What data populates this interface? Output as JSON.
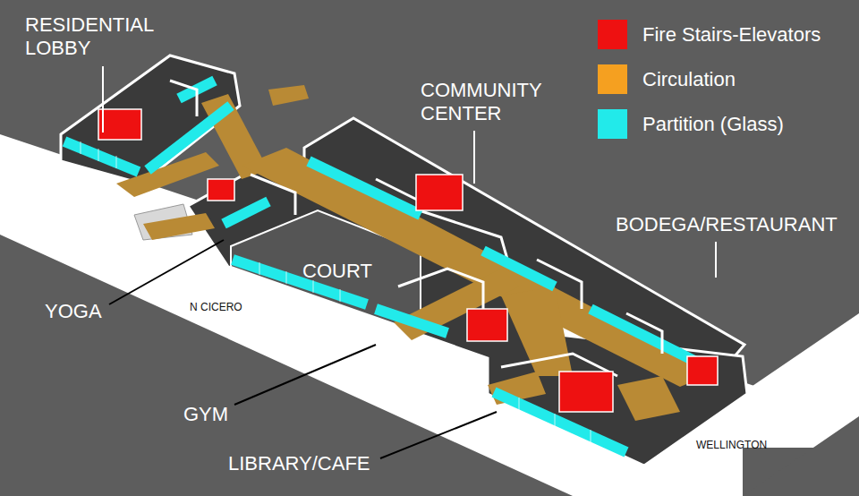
{
  "diagram": {
    "labels": [
      "RESIDENTIAL LOBBY",
      "COMMUNITY CENTER",
      "BODEGA/RESTAURANT",
      "COURT",
      "YOGA",
      "N CICERO",
      "GYM",
      "LIBRARY/CAFE",
      "WELLINGTON"
    ],
    "legend": [
      {
        "text": "Fire Stairs-Elevators",
        "color": "#ee1111"
      },
      {
        "text": "Circulation",
        "color": "#f5a020"
      },
      {
        "text": "Partition (Glass)",
        "color": "#22eaea"
      }
    ]
  }
}
